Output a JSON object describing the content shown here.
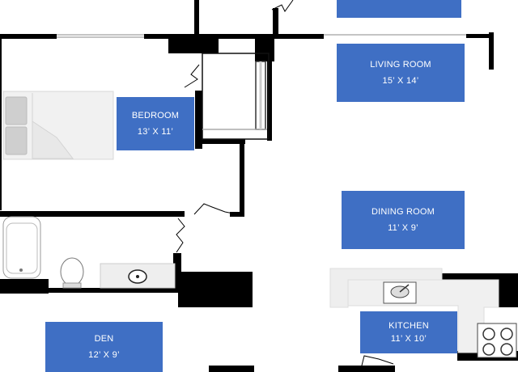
{
  "rooms": [
    {
      "id": "top-room",
      "name": "",
      "size": ""
    },
    {
      "id": "living-room",
      "name": "LIVING ROOM",
      "size": "15’ X 14’"
    },
    {
      "id": "bedroom",
      "name": "BEDROOM",
      "size": "13’ X 11’"
    },
    {
      "id": "dining-room",
      "name": "DINING ROOM",
      "size": "11’ X  9’"
    },
    {
      "id": "kitchen",
      "name": "KITCHEN",
      "size": "11’ X 10’"
    },
    {
      "id": "den",
      "name": "DEN",
      "size": "12’ X 9’"
    }
  ],
  "colors": {
    "label_fill": "#3f6fc4",
    "wall": "#000000",
    "fixture_gray": "#cccccc"
  }
}
